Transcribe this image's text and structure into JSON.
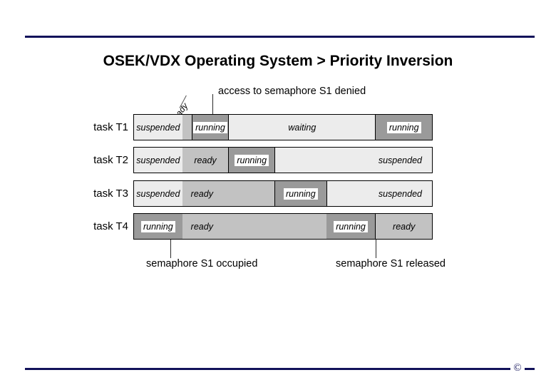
{
  "slide": {
    "title": "OSEK/VDX Operating System > Priority Inversion",
    "copyright_symbol": "©",
    "rule_color": "#12125a"
  },
  "diagram": {
    "colors": {
      "suspended": "#ececec",
      "ready": "#c2c2c2",
      "running": "#9a9a9a",
      "waiting": "#ececec",
      "outline": "#000000"
    },
    "annotations": {
      "ready_callout": "ready",
      "access_denied": "access to semaphore S1 denied",
      "semaphore_occupied": "semaphore S1 occupied",
      "semaphore_released": "semaphore S1 released"
    },
    "rows": [
      {
        "label": "task T1",
        "segments": [
          {
            "state": "suspended",
            "label": "suspended",
            "tone": "light",
            "boxed": false
          },
          {
            "state": "ready",
            "label": "",
            "tone": "medium",
            "boxed": false
          },
          {
            "state": "running",
            "label": "running",
            "tone": "dark",
            "boxed": true
          },
          {
            "state": "waiting",
            "label": "waiting",
            "tone": "light",
            "boxed": false
          },
          {
            "state": "running",
            "label": "running",
            "tone": "dark",
            "boxed": true
          }
        ]
      },
      {
        "label": "task T2",
        "segments": [
          {
            "state": "suspended",
            "label": "suspended",
            "tone": "light",
            "boxed": false
          },
          {
            "state": "ready",
            "label": "ready",
            "tone": "medium",
            "boxed": false
          },
          {
            "state": "running",
            "label": "running",
            "tone": "dark",
            "boxed": true
          },
          {
            "state": "suspended",
            "label": "suspended",
            "tone": "light",
            "boxed": false
          }
        ]
      },
      {
        "label": "task T3",
        "segments": [
          {
            "state": "suspended",
            "label": "suspended",
            "tone": "light",
            "boxed": false
          },
          {
            "state": "ready",
            "label": "ready",
            "tone": "medium",
            "boxed": false
          },
          {
            "state": "running",
            "label": "running",
            "tone": "dark",
            "boxed": true
          },
          {
            "state": "suspended",
            "label": "suspended",
            "tone": "light",
            "boxed": false
          }
        ]
      },
      {
        "label": "task T4",
        "segments": [
          {
            "state": "running",
            "label": "running",
            "tone": "dark",
            "boxed": true
          },
          {
            "state": "ready",
            "label": "ready",
            "tone": "medium",
            "boxed": false
          },
          {
            "state": "running",
            "label": "running",
            "tone": "dark",
            "boxed": true
          },
          {
            "state": "ready",
            "label": "ready",
            "tone": "medium",
            "boxed": false
          }
        ]
      }
    ]
  }
}
